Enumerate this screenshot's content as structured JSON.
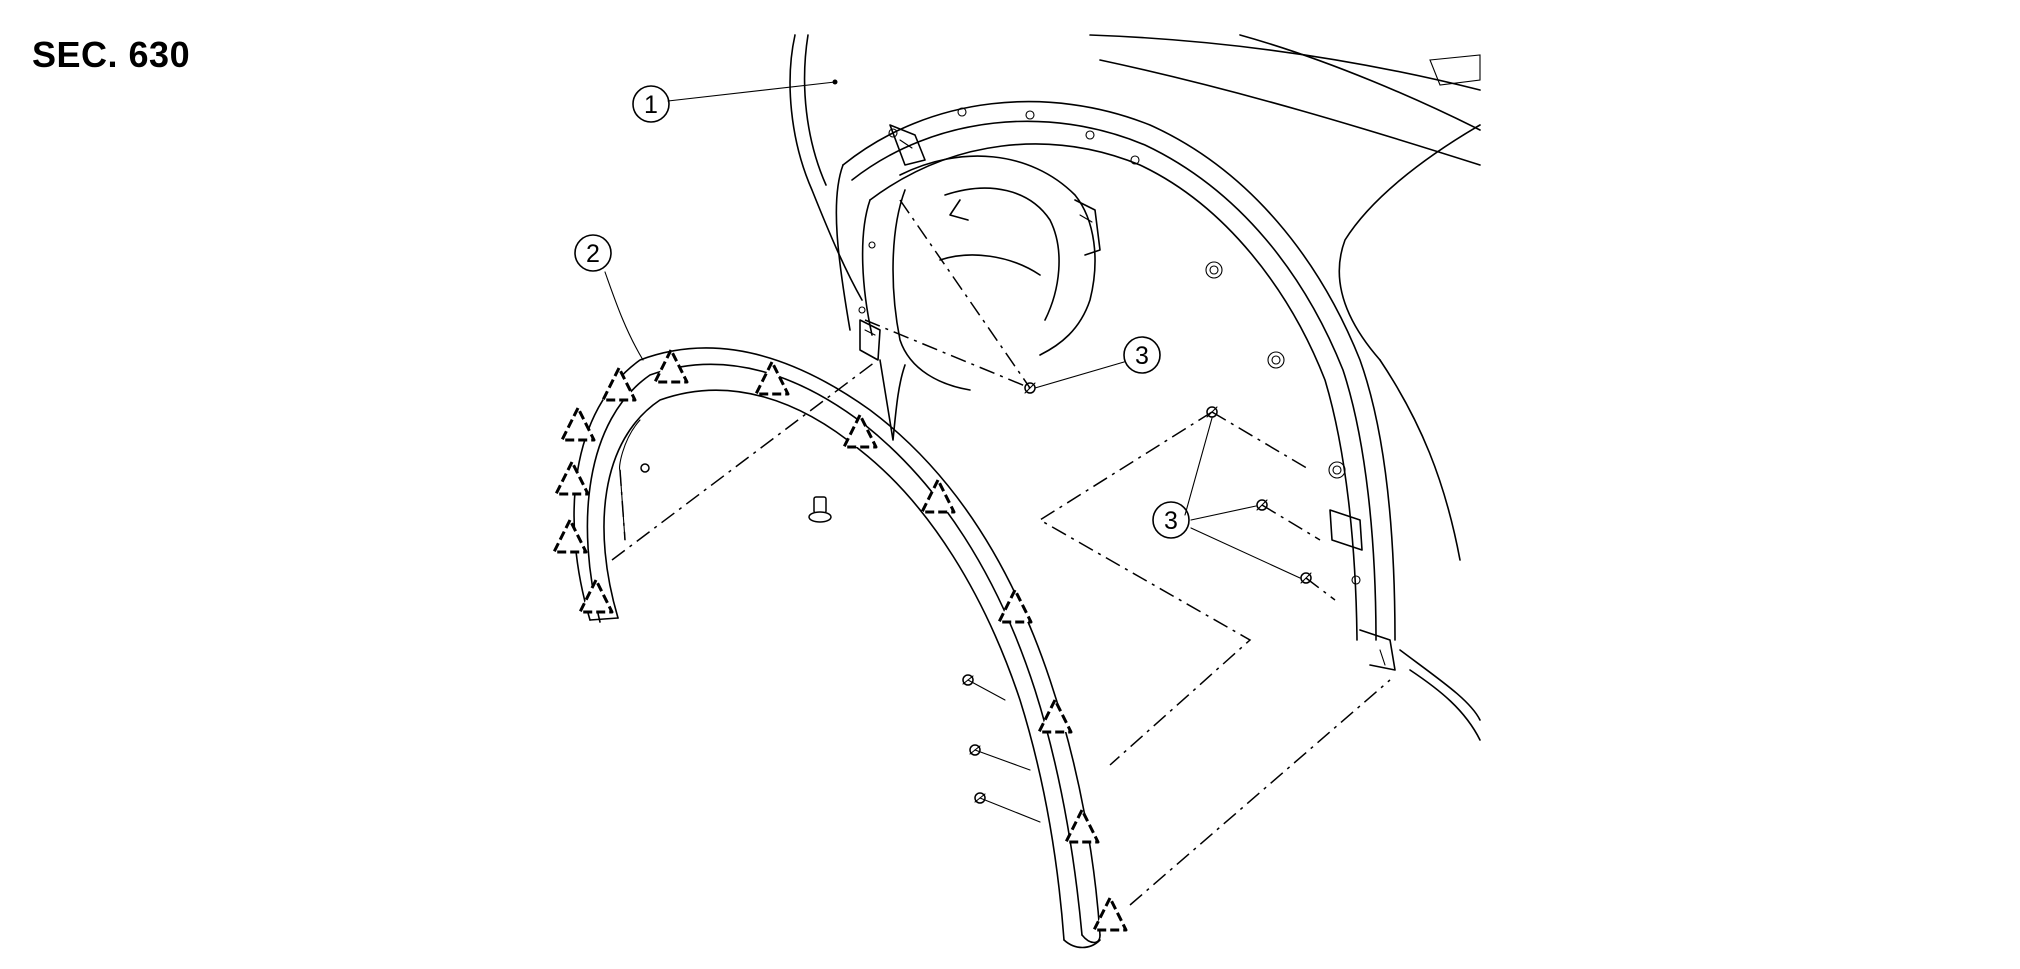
{
  "section_label": "SEC. 630",
  "callouts": [
    {
      "id": "callout-1",
      "number": "1"
    },
    {
      "id": "callout-2",
      "number": "2"
    },
    {
      "id": "callout-3a",
      "number": "3"
    },
    {
      "id": "callout-3b",
      "number": "3"
    }
  ]
}
